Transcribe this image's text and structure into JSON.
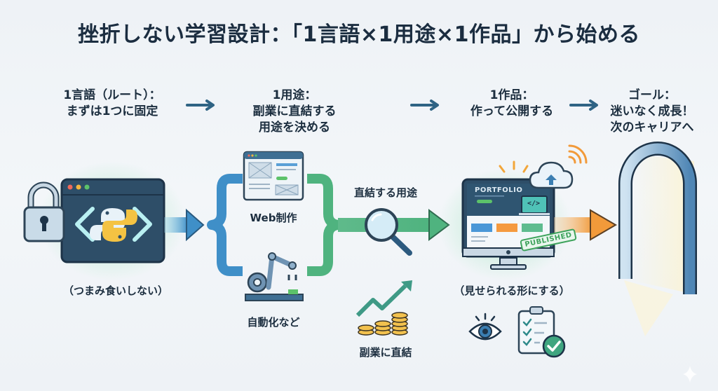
{
  "title": "挫折しない学習設計：「1言語×1用途×1作品」から始める",
  "steps": [
    {
      "line1": "1言語（ルート）：",
      "line2": "まずは1つに固定",
      "line3": ""
    },
    {
      "line1": "1用途：",
      "line2": "副業に直結する",
      "line3": "用途を決める"
    },
    {
      "line1": "1作品：",
      "line2": "作って公開する",
      "line3": ""
    },
    {
      "line1": "ゴール：",
      "line2": "迷いなく成長！",
      "line3": "次のキャリアへ"
    }
  ],
  "captions": {
    "language": "（つまみ食いしない）",
    "web": "Web制作",
    "automation": "自動化など",
    "direct_use": "直結する用途",
    "side_job": "副業に直結",
    "showcase": "（見せられる形にする）"
  },
  "portfolio": {
    "heading": "PORTFOLIO",
    "code_glyph": "</>",
    "stamp": "PUBLISHED"
  },
  "icons": {
    "lock": "lock-icon",
    "python": "python-logo-icon",
    "web_wireframe": "web-page-icon",
    "robot_arm": "robot-arm-icon",
    "magnifier": "magnifying-glass-icon",
    "coins_chart": "coins-growth-icon",
    "monitor": "monitor-icon",
    "cloud_upload": "cloud-upload-icon",
    "eye": "eye-icon",
    "checklist": "checklist-icon",
    "arch": "archway-icon"
  },
  "colors": {
    "title": "#1b2d40",
    "step_arrow": "#2f6384",
    "blue_flow": "#3f8fc8",
    "green_flow": "#4fb37f",
    "orange_flow": "#f29a3a",
    "python_blue": "#e8f2f8",
    "python_yellow": "#f4c343"
  }
}
